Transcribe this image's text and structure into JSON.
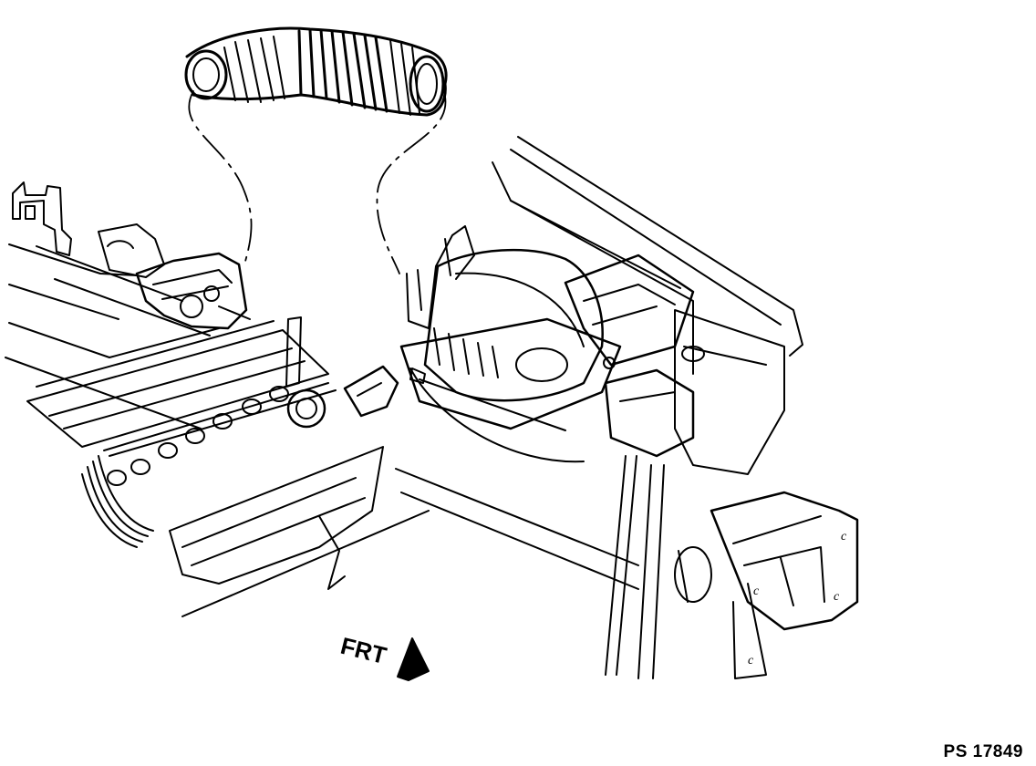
{
  "labels": {
    "direction": "FRT",
    "figure_id": "PS 17849",
    "callout_c": "c"
  },
  "colors": {
    "ink": "#000000",
    "paper": "#ffffff"
  }
}
